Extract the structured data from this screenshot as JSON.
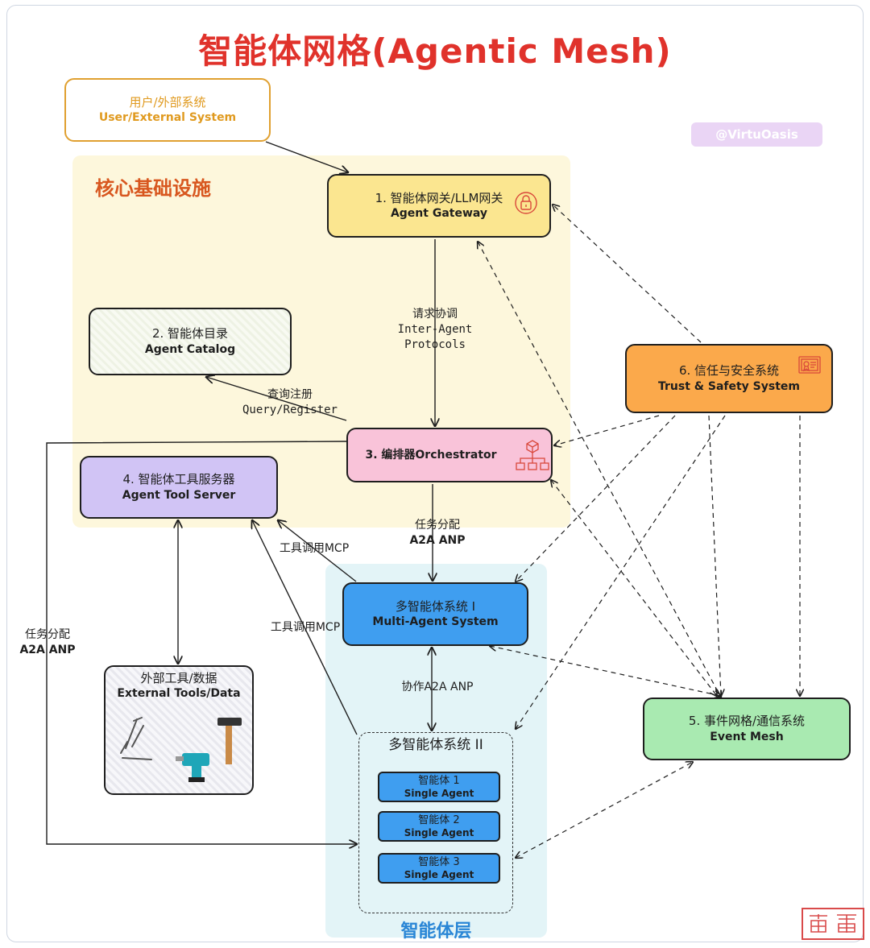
{
  "title": "智能体网格(Agentic Mesh)",
  "watermark": "@VirtuOasis",
  "seal_text": "茂鼎",
  "zones": {
    "core": "核心基础设施",
    "agent_layer": "智能体层"
  },
  "nodes": {
    "user": {
      "cn": "用户/外部系统",
      "en": "User/External System"
    },
    "gateway": {
      "cn": "1. 智能体网关/LLM网关",
      "en": "Agent Gateway",
      "icon": "lock-icon"
    },
    "catalog": {
      "cn": "2. 智能体目录",
      "en": "Agent Catalog"
    },
    "orchestrator": {
      "cn": "3. 编排器Orchestrator",
      "icon": "hierarchy-icon"
    },
    "tool_server": {
      "cn": "4. 智能体工具服务器",
      "en": "Agent Tool Server"
    },
    "event_mesh": {
      "cn": "5. 事件网格/通信系统",
      "en": "Event Mesh"
    },
    "trust": {
      "cn": "6. 信任与安全系统",
      "en": "Trust & Safety System",
      "icon": "certificate-icon"
    },
    "mas1": {
      "cn": "多智能体系统 I",
      "en": "Multi-Agent System"
    },
    "mas2": {
      "cn": "多智能体系统 II"
    },
    "external": {
      "cn": "外部工具/数据",
      "en": "External Tools/Data",
      "icon": "tools-icon"
    },
    "agents": [
      {
        "cn": "智能体 1",
        "en": "Single Agent"
      },
      {
        "cn": "智能体 2",
        "en": "Single Agent"
      },
      {
        "cn": "智能体 3",
        "en": "Single Agent"
      }
    ]
  },
  "edges": {
    "request": {
      "l1": "请求协调",
      "l2": "Inter-Agent",
      "l3": "Protocols"
    },
    "query": {
      "l1": "查询注册",
      "l2": "Query/Register"
    },
    "task1": {
      "l1": "任务分配",
      "l2": "A2A ANP"
    },
    "tool1": "工具调用MCP",
    "tool2": "工具调用MCP",
    "task2": {
      "l1": "任务分配",
      "l2": "A2A ANP"
    },
    "collab": "协作A2A ANP"
  }
}
